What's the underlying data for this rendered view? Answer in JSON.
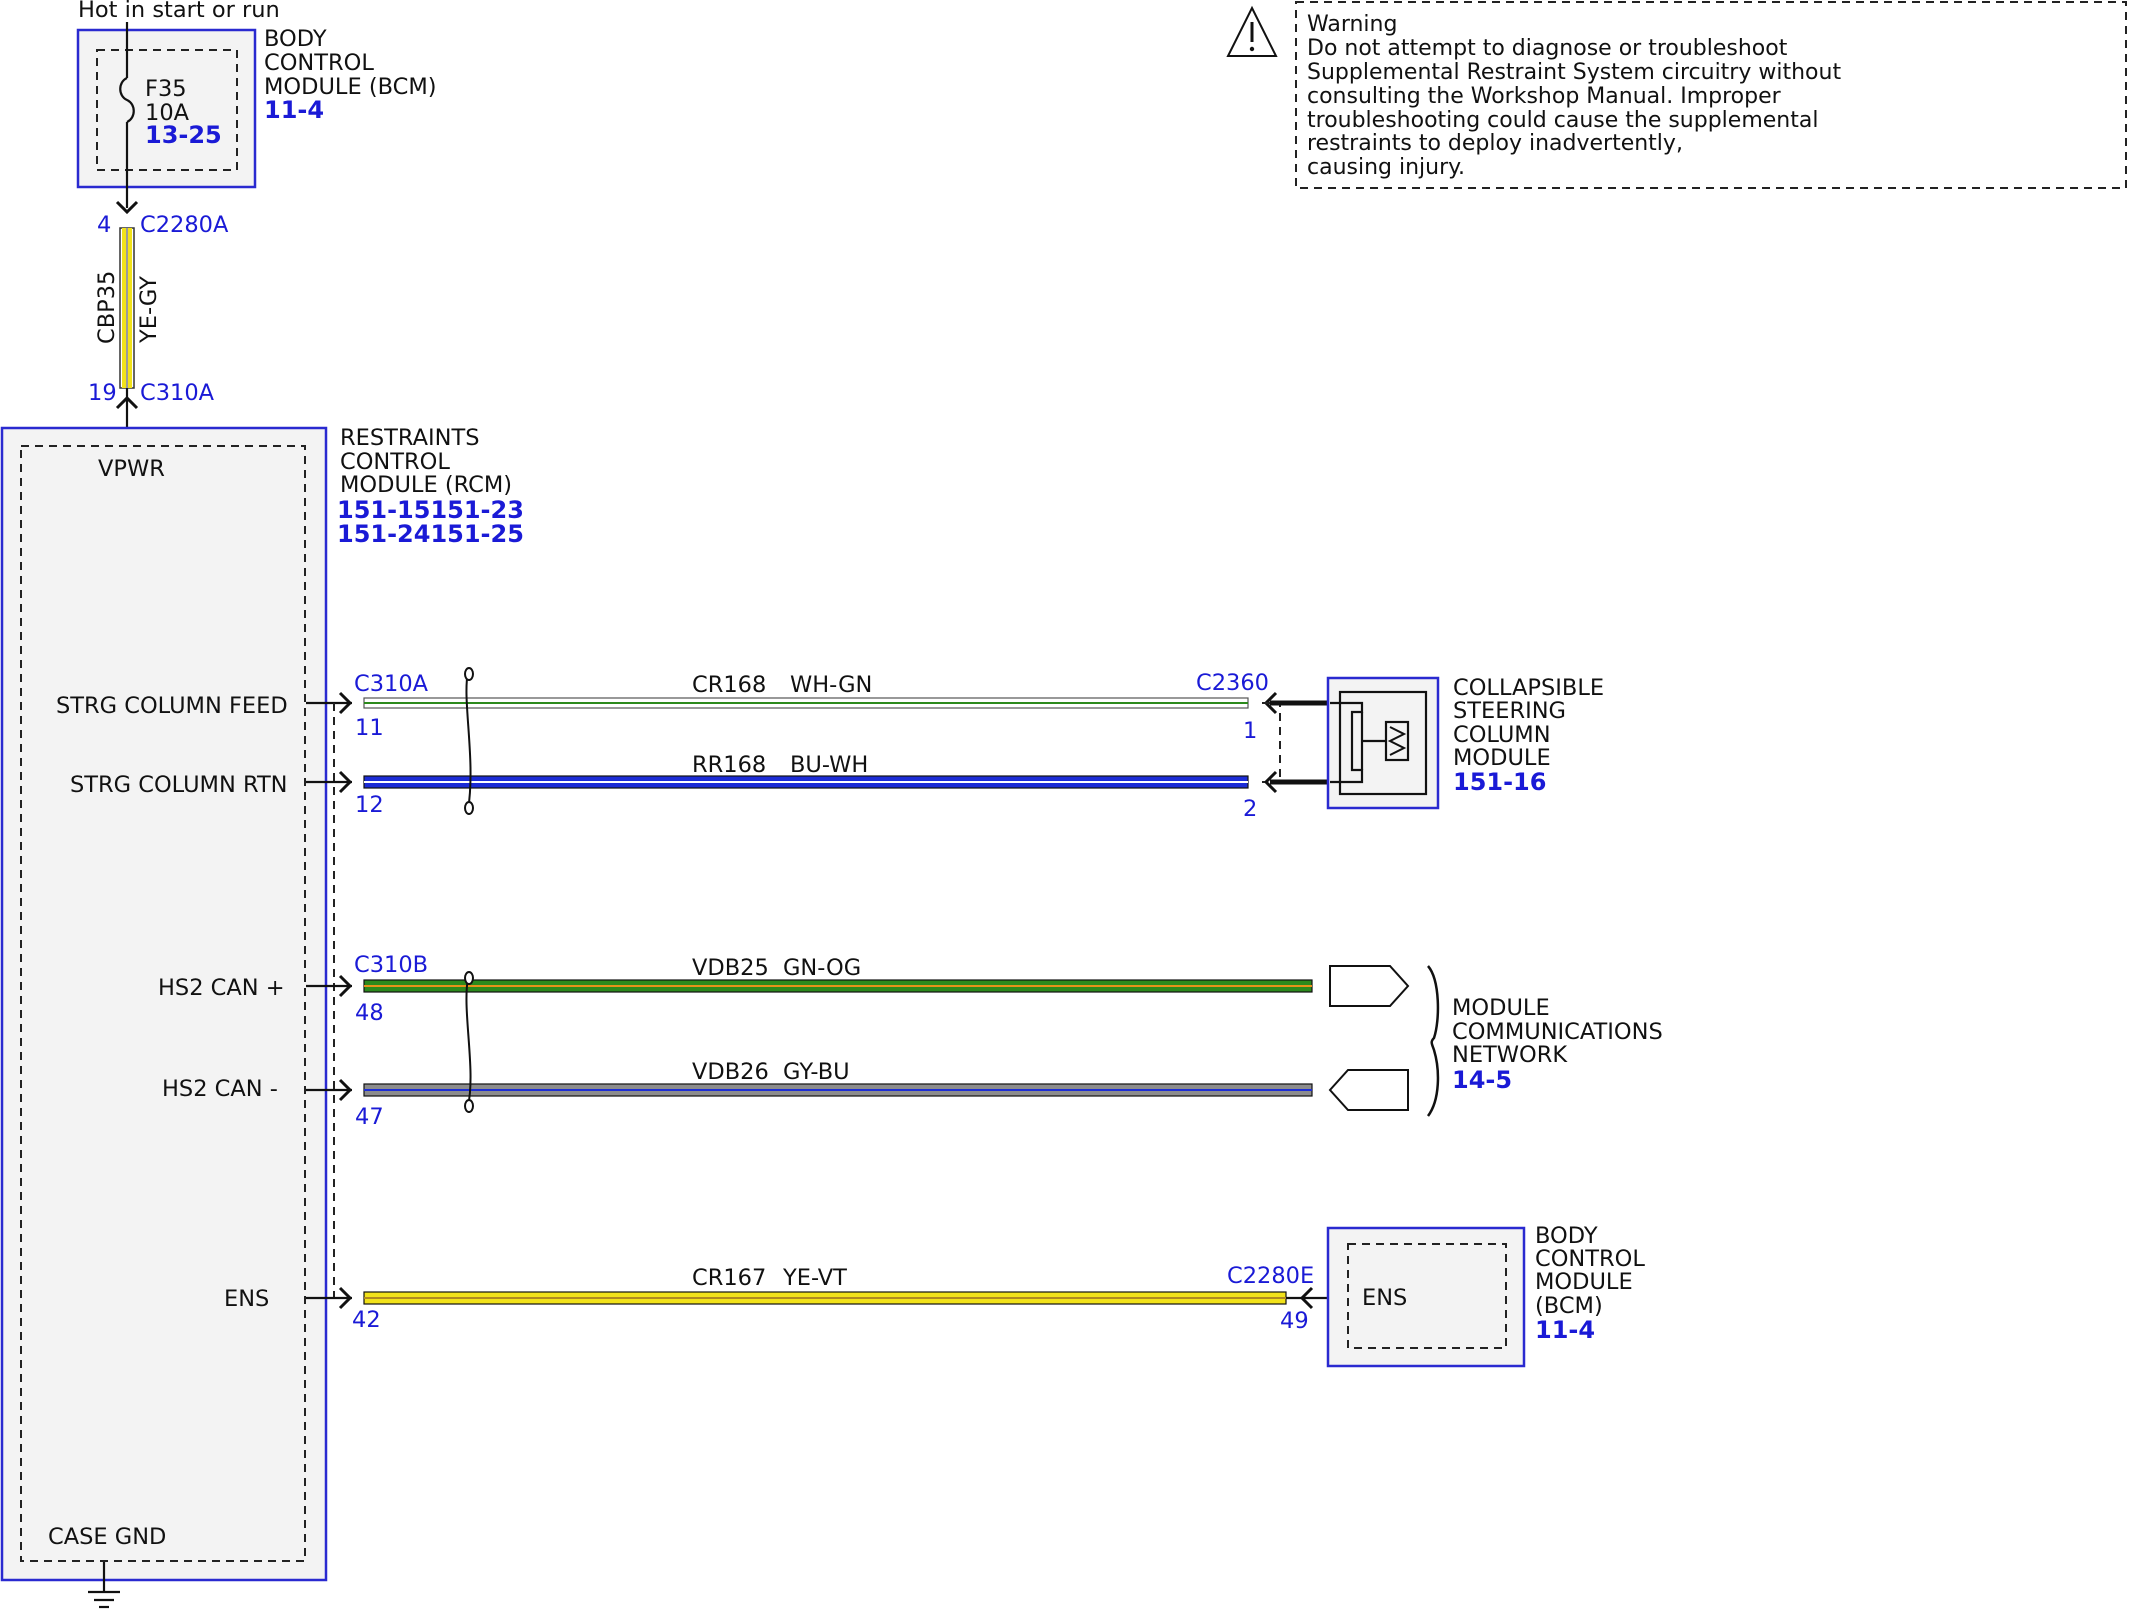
{
  "supply": {
    "label": "Hot in start or run"
  },
  "bcm_top": {
    "name_lines": [
      "BODY",
      "CONTROL",
      "MODULE (BCM)"
    ],
    "ref": "11-4",
    "fuse": {
      "id": "F35",
      "rating": "10A",
      "ref": "13-25"
    }
  },
  "feed_wire": {
    "circuit": "CBP35",
    "color_code": "YE-GY",
    "top_pin": "4",
    "top_connector": "C2280A",
    "bottom_pin": "19",
    "bottom_connector": "C310A"
  },
  "rcm": {
    "name_lines": [
      "RESTRAINTS",
      "CONTROL",
      "MODULE (RCM)"
    ],
    "refs": [
      "151-15151-23",
      "151-24151-25"
    ],
    "pins": {
      "vpwr": "VPWR",
      "strg_feed": "STRG COLUMN FEED",
      "strg_rtn": "STRG COLUMN RTN",
      "can_plus": "HS2 CAN +",
      "can_minus": "HS2 CAN -",
      "ens": "ENS",
      "case_gnd": "CASE GND"
    }
  },
  "circuits": {
    "strg_feed": {
      "connector": "C310A",
      "pin": "11",
      "circuit": "CR168",
      "color_code": "WH-GN",
      "far_connector": "C2360",
      "far_pin": "1"
    },
    "strg_rtn": {
      "pin": "12",
      "circuit": "RR168",
      "color_code": "BU-WH",
      "far_pin": "2"
    },
    "can_plus": {
      "connector": "C310B",
      "pin": "48",
      "circuit": "VDB25",
      "color_code": "GN-OG"
    },
    "can_minus": {
      "pin": "47",
      "circuit": "VDB26",
      "color_code": "GY-BU"
    },
    "ens": {
      "pin": "42",
      "circuit": "CR167",
      "color_code": "YE-VT",
      "far_connector": "C2280E",
      "far_pin": "49"
    }
  },
  "steering_module": {
    "name_lines": [
      "COLLAPSIBLE",
      "STEERING",
      "COLUMN",
      "MODULE"
    ],
    "ref": "151-16"
  },
  "network": {
    "name_lines": [
      "MODULE",
      "COMMUNICATIONS",
      "NETWORK"
    ],
    "ref": "14-5"
  },
  "bcm_bottom": {
    "pin_label": "ENS",
    "name_lines": [
      "BODY",
      "CONTROL",
      "MODULE",
      "(BCM)"
    ],
    "ref": "11-4"
  },
  "warning": {
    "icon": "warning-triangle-icon",
    "lines": [
      "Warning",
      "Do not attempt to diagnose or troubleshoot",
      "Supplemental Restraint System circuitry without",
      "consulting the Workshop Manual. Improper",
      "troubleshooting could cause the supplemental",
      "restraints to deploy inadvertently,",
      "causing injury."
    ]
  },
  "colors": {
    "outline_blue": "#2a2ad0",
    "label_blue": "#1a1ad6",
    "wire_yellow": "#f2e21a",
    "wire_green": "#2c8a1c",
    "wire_blue": "#1c2cd6",
    "wire_gray": "#8c8c8c",
    "wire_white": "#ffffff"
  }
}
